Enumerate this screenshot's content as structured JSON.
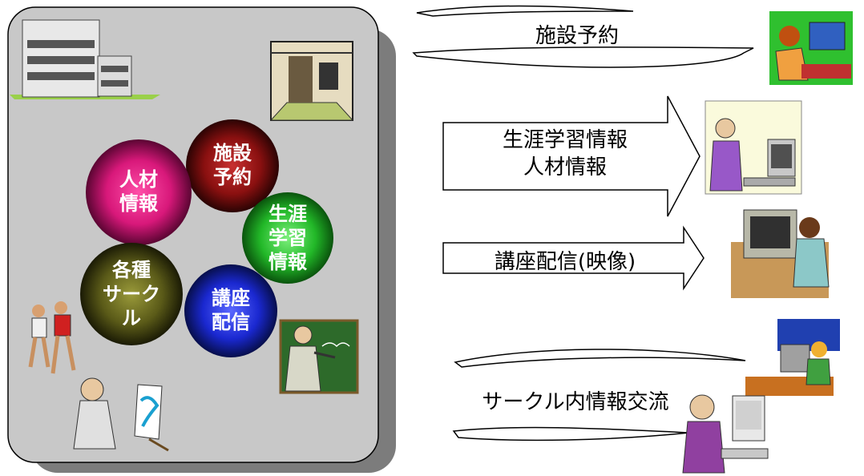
{
  "services": [
    {
      "lines": [
        "施設",
        "予約"
      ],
      "color": "#8a1010"
    },
    {
      "lines": [
        "人材",
        "情報"
      ],
      "color": "#d8187a"
    },
    {
      "lines": [
        "生涯",
        "学習",
        "情報"
      ],
      "color": "#22b828"
    },
    {
      "lines": [
        "各種",
        "サーク",
        "ル"
      ],
      "color": "#6a6a18"
    },
    {
      "lines": [
        "講座",
        "配信"
      ],
      "color": "#1a28d0"
    }
  ],
  "flows": {
    "facility_reservation": "施設予約",
    "lifelong_learning": [
      "生涯学習情報",
      "人材情報"
    ],
    "lecture_video": "講座配信(映像)",
    "circle_exchange": "サークル内情報交流"
  },
  "colors": {
    "panel": "#c8c8c8",
    "panel_shadow": "#7c7c7c",
    "arrow_fill": "#ffffff",
    "arrow_stroke": "#000000"
  }
}
